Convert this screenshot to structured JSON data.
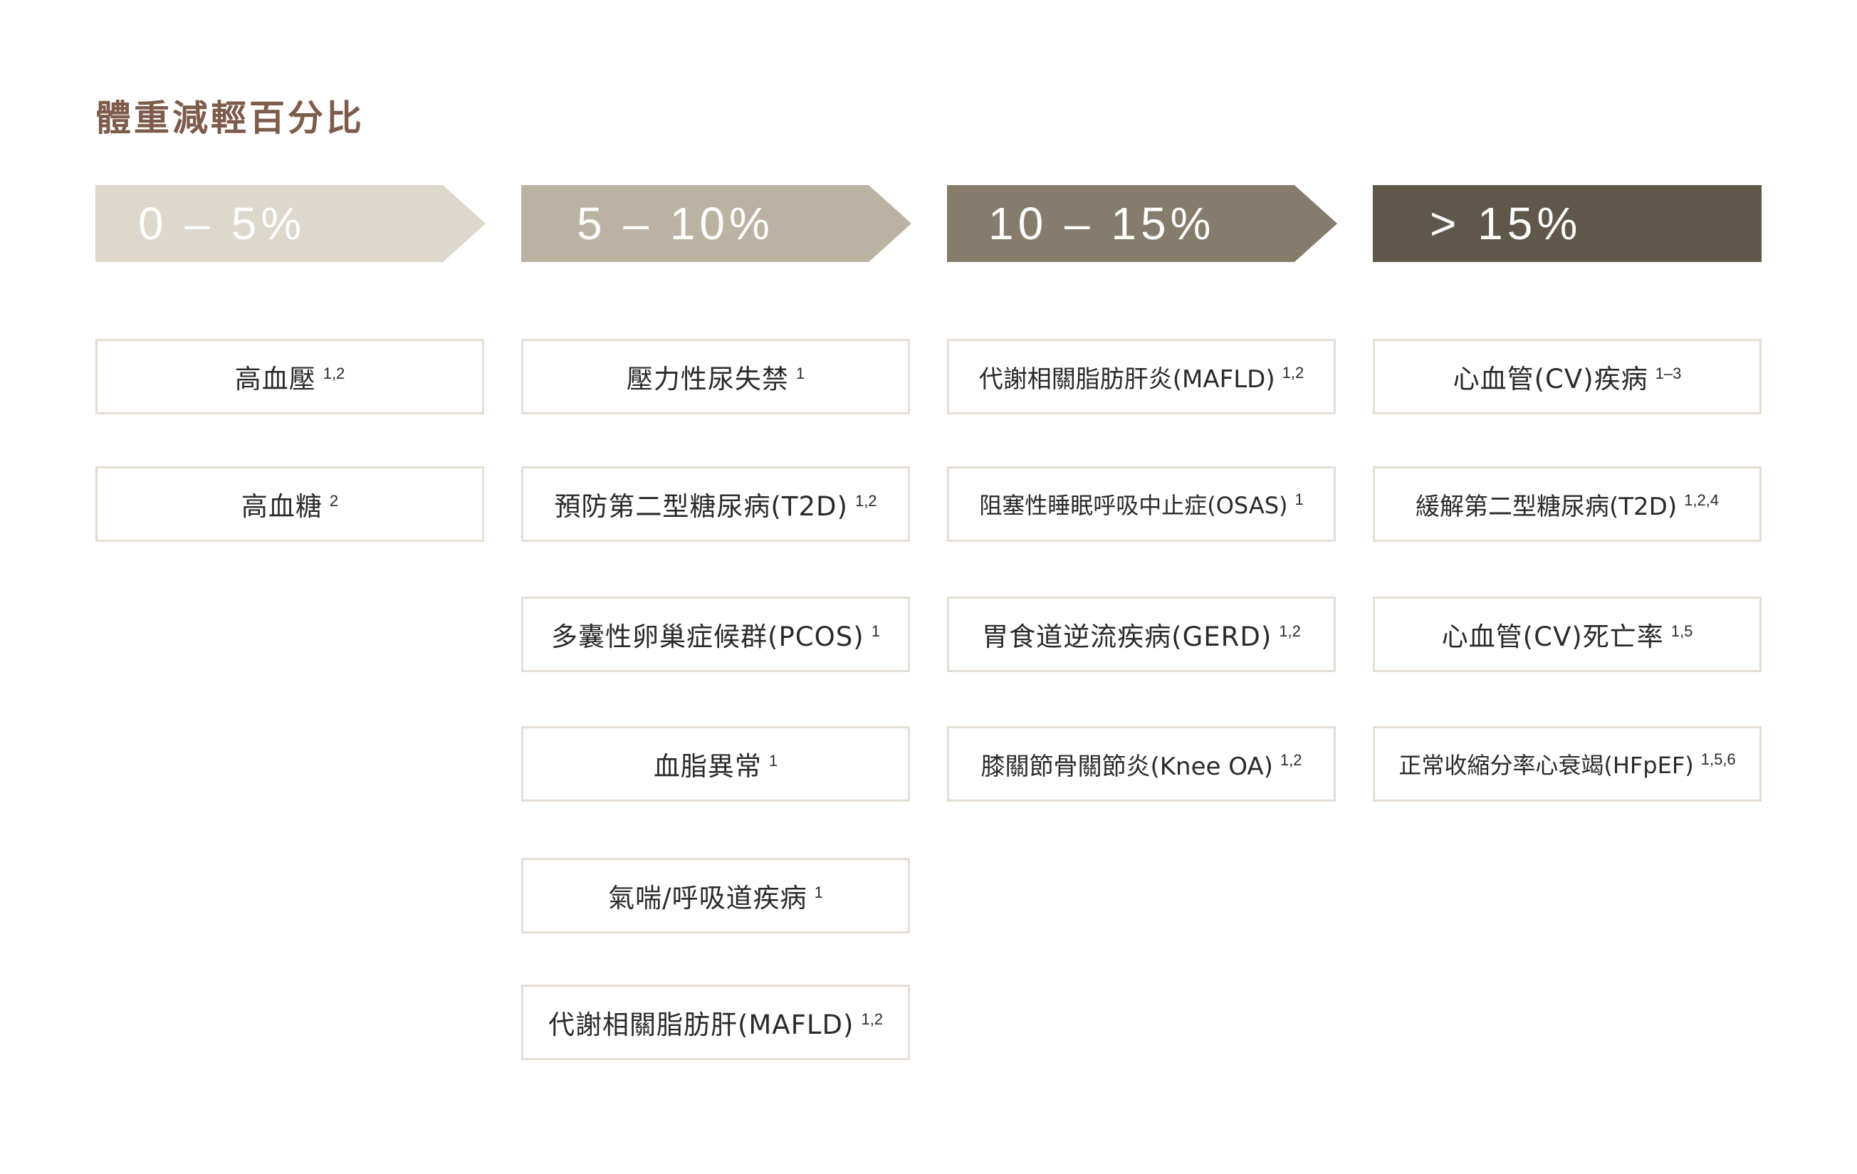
{
  "title": "體重減輕百分比",
  "columns": [
    {
      "range": "0 – 5%",
      "items": [
        {
          "text": "高血壓",
          "ref": "1,2"
        },
        {
          "text": "高血糖",
          "ref": "2"
        }
      ]
    },
    {
      "range": "5 – 10%",
      "items": [
        {
          "text": "壓力性尿失禁",
          "ref": "1"
        },
        {
          "text": "預防第二型糖尿病(T2D)",
          "ref": "1,2"
        },
        {
          "text": "多囊性卵巢症候群(PCOS)",
          "ref": "1"
        },
        {
          "text": "血脂異常",
          "ref": "1"
        },
        {
          "text": "氣喘/呼吸道疾病",
          "ref": "1"
        },
        {
          "text": "代謝相關脂肪肝(MAFLD)",
          "ref": "1,2"
        }
      ]
    },
    {
      "range": "10 – 15%",
      "items": [
        {
          "text": "代謝相關脂肪肝炎(MAFLD)",
          "ref": "1,2"
        },
        {
          "text": "阻塞性睡眠呼吸中止症(OSAS)",
          "ref": "1"
        },
        {
          "text": "胃食道逆流疾病(GERD)",
          "ref": "1,2"
        },
        {
          "text": "膝關節骨關節炎(Knee OA)",
          "ref": "1,2"
        }
      ]
    },
    {
      "range": "> 15%",
      "items": [
        {
          "text": "心血管(CV)疾病",
          "ref": "1–3"
        },
        {
          "text": "緩解第二型糖尿病(T2D)",
          "ref": "1,2,4"
        },
        {
          "text": "心血管(CV)死亡率",
          "ref": "1,5"
        },
        {
          "text": "正常收縮分率心衰竭(HFpEF)",
          "ref": "1,5,6"
        }
      ]
    }
  ]
}
